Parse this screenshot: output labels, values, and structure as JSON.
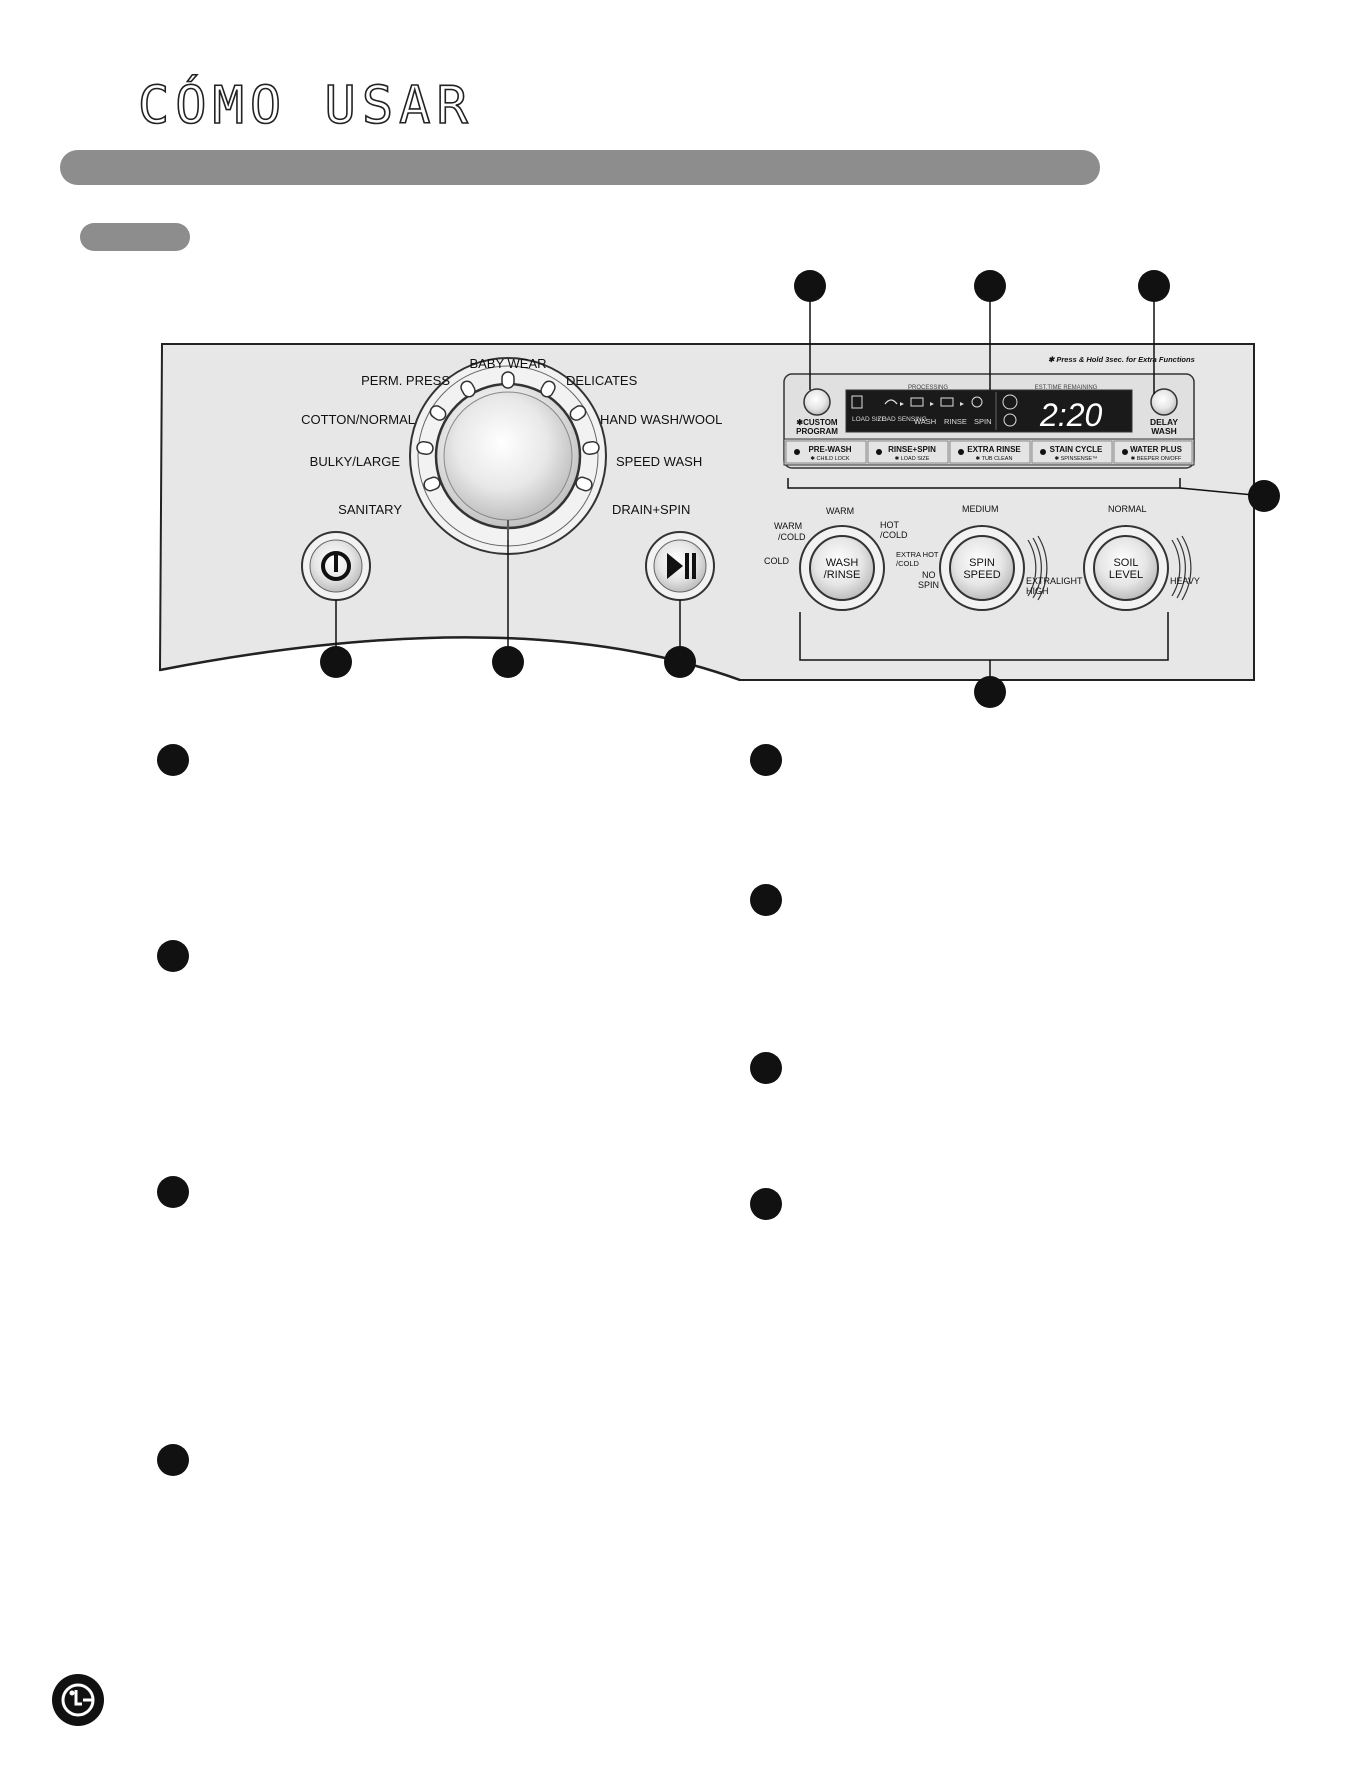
{
  "page": {
    "title": "CÓMO USAR"
  },
  "dial": {
    "cycles_left": [
      "PERM. PRESS",
      "COTTON/NORMAL",
      "BULKY/LARGE",
      "SANITARY"
    ],
    "cycle_top": "BABY WEAR",
    "cycles_right": [
      "DELICATES",
      "HAND WASH/WOOL",
      "SPEED WASH",
      "DRAIN+SPIN"
    ]
  },
  "display": {
    "note": "✱ Press & Hold 3sec. for Extra Functions",
    "processing_label": "PROCESSING",
    "est_time_label": "EST.TIME REMAINING",
    "time": "2:20",
    "stages": [
      "LOAD SIZE",
      "LOAD SENSING",
      "WASH",
      "RINSE",
      "SPIN"
    ],
    "custom_program": [
      "✱CUSTOM",
      "PROGRAM"
    ],
    "delay_wash": [
      "DELAY",
      "WASH"
    ]
  },
  "option_buttons": [
    {
      "label": "PRE-WASH",
      "sub": "✱ CHILD LOCK"
    },
    {
      "label": "RINSE+SPIN",
      "sub": "✱ LOAD SIZE"
    },
    {
      "label": "EXTRA RINSE",
      "sub": "✱ TUB CLEAN"
    },
    {
      "label": "STAIN CYCLE",
      "sub": "✱ SPINSENSE™"
    },
    {
      "label": "WATER PLUS",
      "sub": "✱ BEEPER ON/OFF"
    }
  ],
  "knobs": {
    "wash_rinse": {
      "label": [
        "WASH",
        "/RINSE"
      ],
      "settings": [
        "COLD",
        "WARM",
        "/COLD",
        "WARM",
        "HOT",
        "/COLD",
        "EXTRA HOT",
        "/COLD"
      ]
    },
    "spin_speed": {
      "label": [
        "SPIN",
        "SPEED"
      ],
      "settings": [
        "MEDIUM",
        "NO",
        "SPIN",
        "EXTRA",
        "HIGH"
      ]
    },
    "soil_level": {
      "label": [
        "SOIL",
        "LEVEL"
      ],
      "settings": [
        "NORMAL",
        "LIGHT",
        "HEAVY"
      ]
    }
  },
  "logo": {
    "text": "LG"
  }
}
